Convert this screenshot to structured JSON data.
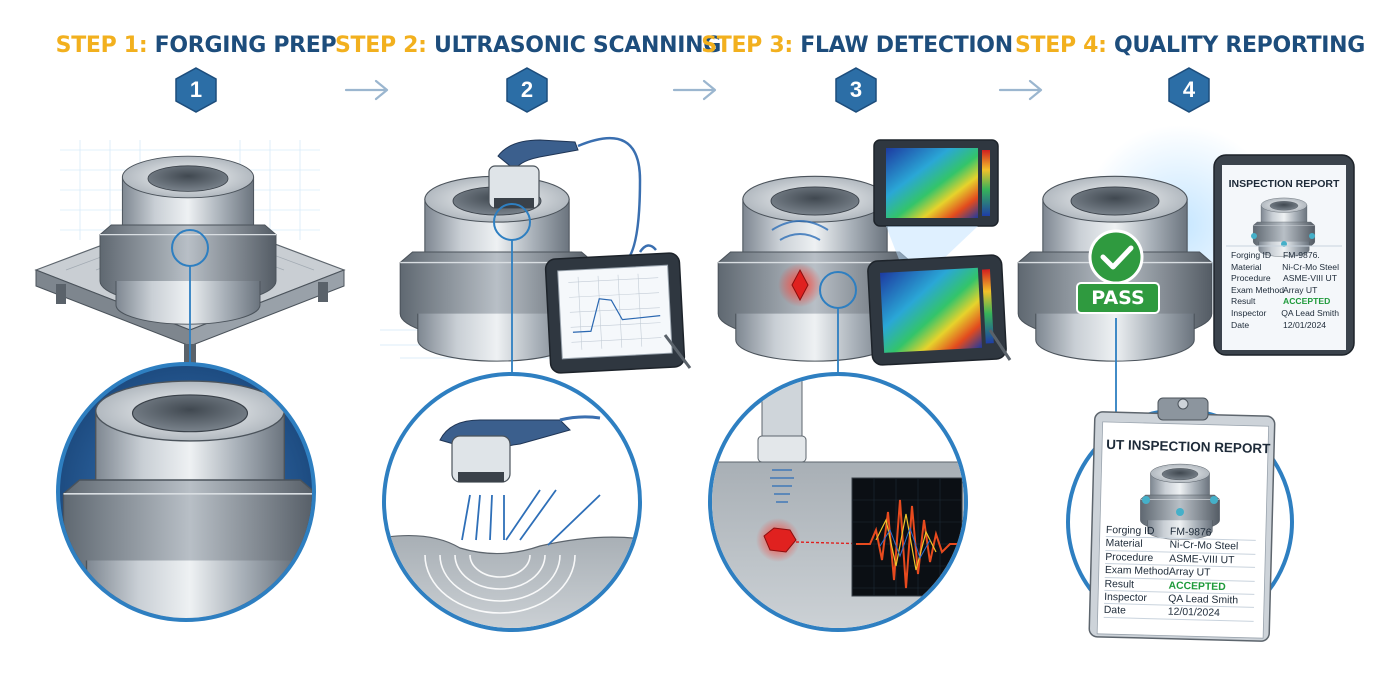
{
  "steps": [
    {
      "lead": "STEP 1:",
      "name": "FORGING PREP",
      "number": "1"
    },
    {
      "lead": "STEP 2:",
      "name": "ULTRASONIC SCANNING",
      "number": "2"
    },
    {
      "lead": "STEP 3:",
      "name": "FLAW DETECTION",
      "number": "3"
    },
    {
      "lead": "STEP 4:",
      "name": "QUALITY REPORTING",
      "number": "4"
    }
  ],
  "pass_badge": "PASS",
  "tablet_report": {
    "title": "INSPECTION REPORT",
    "rows": [
      {
        "key": "Forging ID",
        "value": "FM-9876."
      },
      {
        "key": "Material",
        "value": "Ni-Cr-Mo Steel"
      },
      {
        "key": "Procedure",
        "value": "ASME-VIII UT"
      },
      {
        "key": "Exam Method",
        "value": "Array UT"
      },
      {
        "key": "Result",
        "value": "ACCEPTED"
      },
      {
        "key": "Inspector",
        "value": "QA Lead Smith"
      },
      {
        "key": "Date",
        "value": "12/01/2024"
      }
    ]
  },
  "clipboard_report": {
    "title": "UT INSPECTION REPORT",
    "rows": [
      {
        "key": "Forging ID",
        "value": "FM-9876"
      },
      {
        "key": "Material",
        "value": "Ni-Cr-Mo Steel"
      },
      {
        "key": "Procedure",
        "value": "ASME-VIII UT"
      },
      {
        "key": "Exam Method",
        "value": "Array UT"
      },
      {
        "key": "Result",
        "value": "ACCEPTED"
      },
      {
        "key": "Inspector",
        "value": "QA Lead Smith"
      },
      {
        "key": "Date",
        "value": "12/01/2024"
      }
    ]
  },
  "colors": {
    "step_lead": "#f2b01e",
    "step_name": "#1d4d7c",
    "badge": "#2c6ea6",
    "callout": "#2e7fc1",
    "pass_green": "#2f9a3f",
    "accepted_green": "#1f9a3b",
    "flaw_red": "#e0211f"
  },
  "icons": [
    "hexagon-badge",
    "arrow-right-icon",
    "checkmark-icon",
    "forging-ring-icon",
    "transducer-probe-icon",
    "flaw-detector-tablet-icon",
    "clipboard-icon"
  ]
}
